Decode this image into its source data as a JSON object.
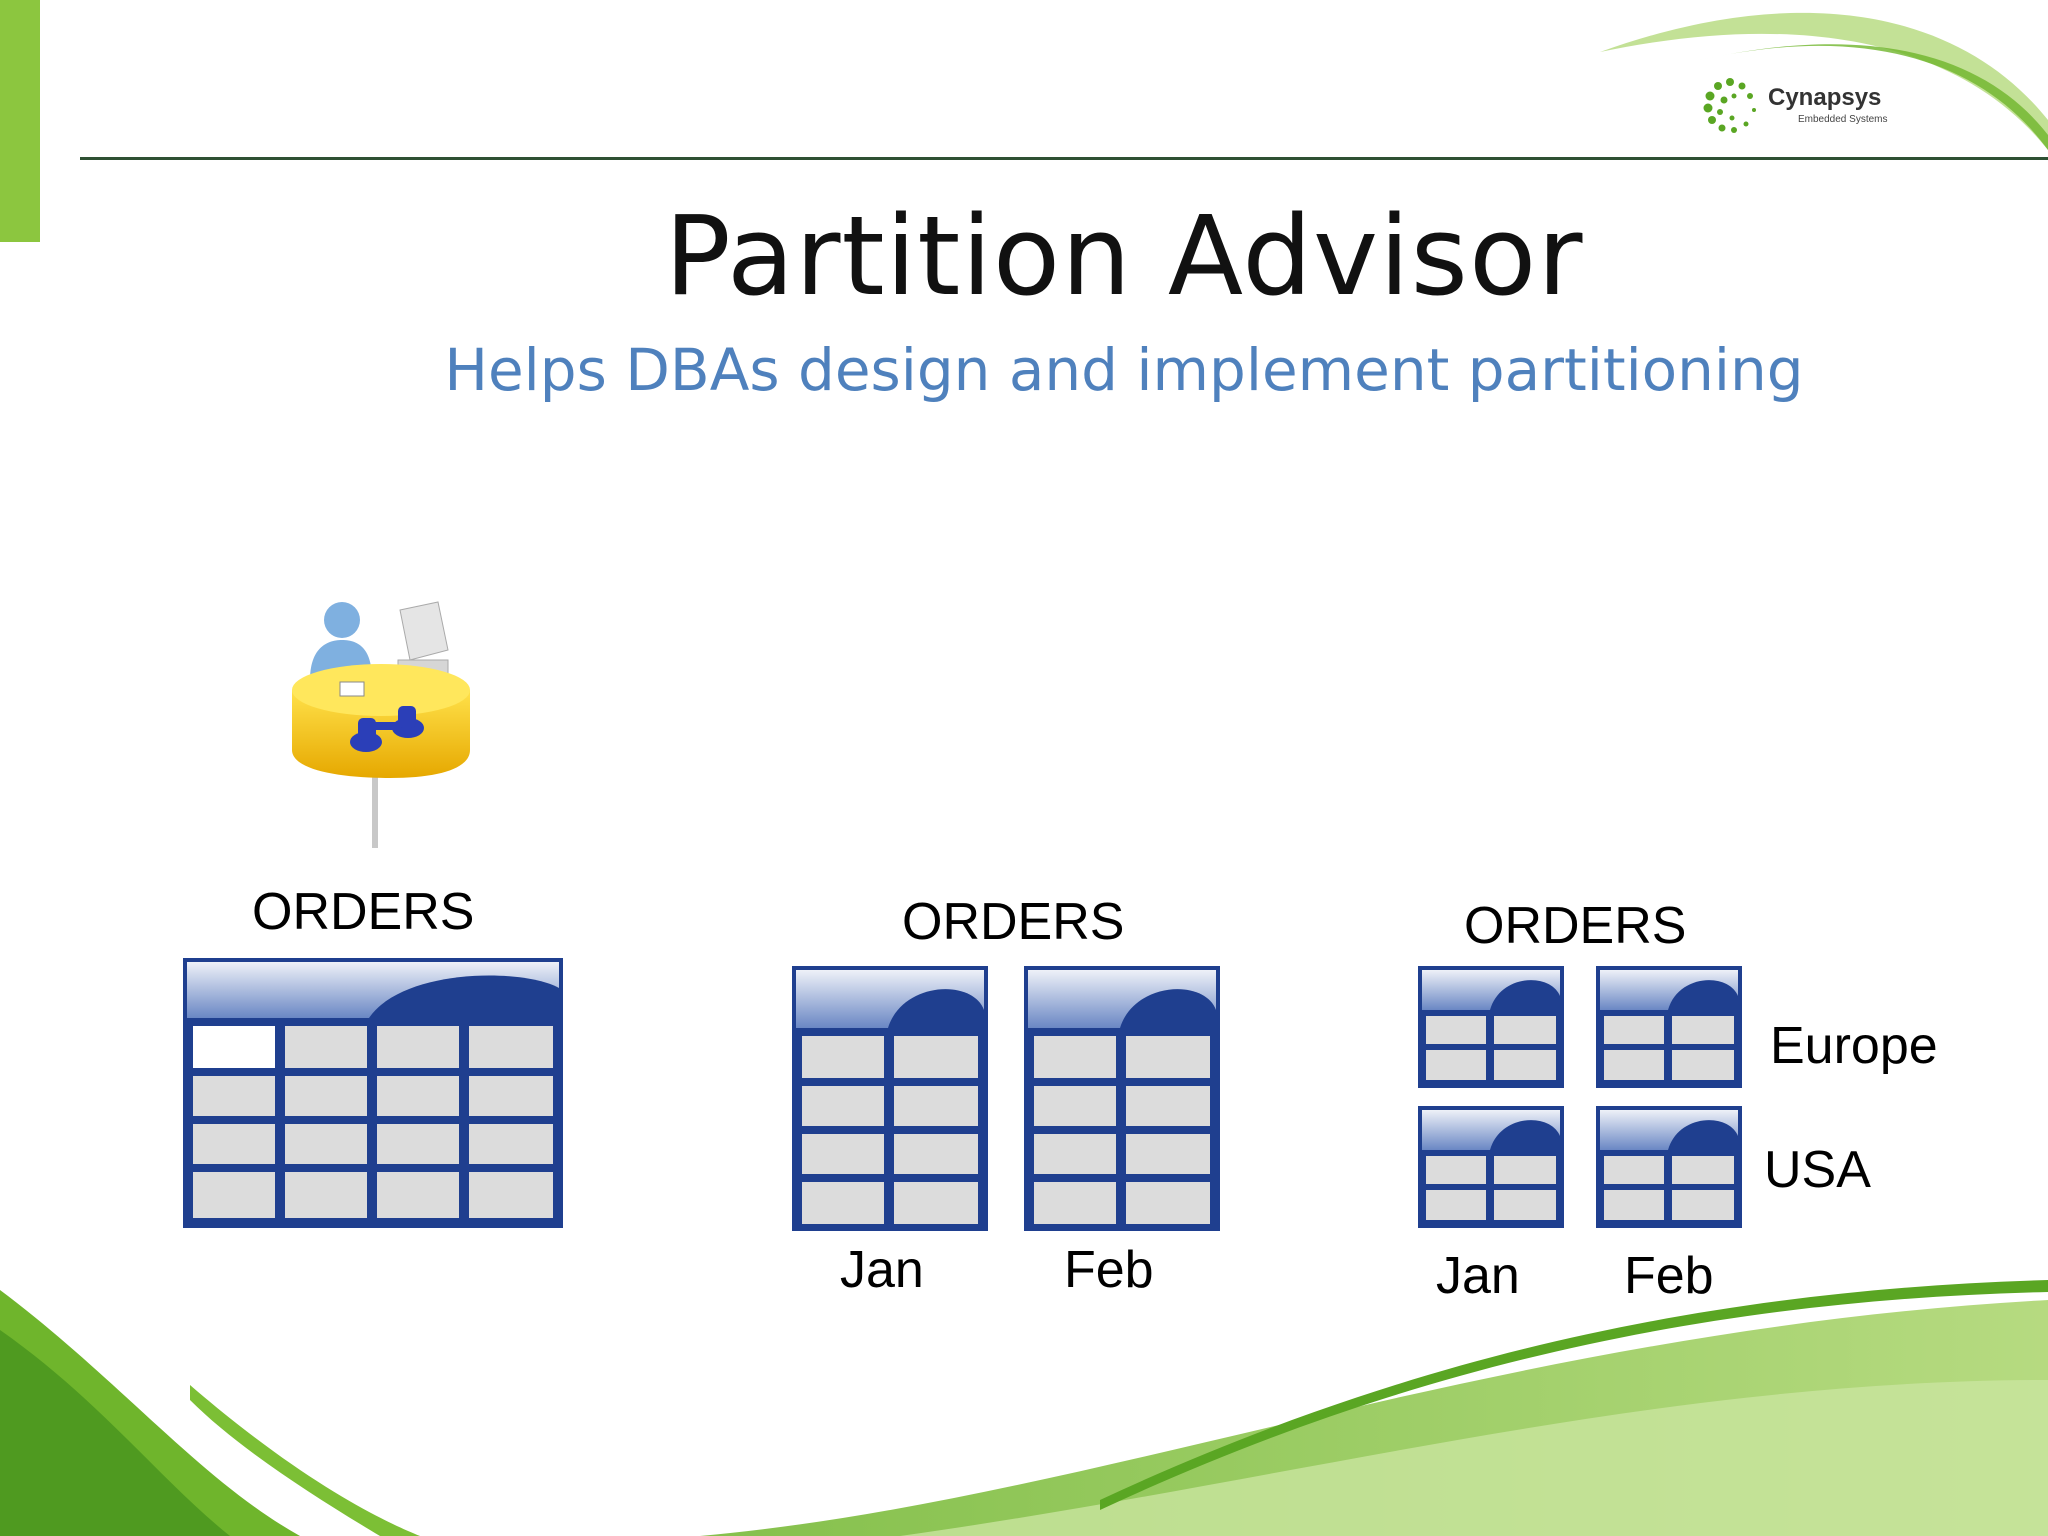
{
  "slide": {
    "title": "Partition Advisor",
    "subtitle": "Helps DBAs design and implement partitioning"
  },
  "logo": {
    "name": "Cynapsys",
    "tagline": "Embedded Systems"
  },
  "panels": [
    {
      "heading": "ORDERS",
      "columns": [],
      "rows": []
    },
    {
      "heading": "ORDERS",
      "columns": [
        "Jan",
        "Feb"
      ],
      "rows": []
    },
    {
      "heading": "ORDERS",
      "columns": [
        "Jan",
        "Feb"
      ],
      "rows": [
        "Europe",
        "USA"
      ]
    }
  ],
  "colors": {
    "accent_green": "#8cc63f",
    "table_blue": "#1f3f8f",
    "subtitle_blue": "#4f81bd"
  },
  "icons": [
    "dba-advisor-icon",
    "table-icon",
    "cynapsys-logo-icon"
  ]
}
